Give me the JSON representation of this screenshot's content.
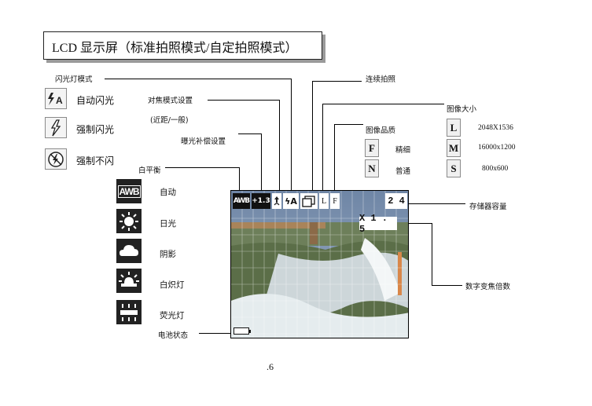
{
  "title": "LCD 显示屏（标准拍照模式/自定拍照模式）",
  "labels": {
    "flash_mode": "闪光灯模式",
    "focus_mode": "对焦模式设置",
    "focus_mode_sub": "(近距/一般)",
    "exposure": "曝光补偿设置",
    "white_balance": "白平衡",
    "continuous": "连续拍照",
    "image_size": "图像大小",
    "image_quality": "图像品质",
    "storage": "存储器容量",
    "zoom": "数字变焦倍数",
    "battery": "电池状态"
  },
  "flash_items": [
    {
      "label": "自动闪光",
      "icon": "flash-auto-icon"
    },
    {
      "label": "强制闪光",
      "icon": "flash-forced-icon"
    },
    {
      "label": "强制不闪",
      "icon": "flash-off-icon"
    }
  ],
  "wb_items": [
    {
      "label": "自动",
      "icon": "awb-icon"
    },
    {
      "label": "日光",
      "icon": "sun-icon"
    },
    {
      "label": "阴影",
      "icon": "cloud-icon"
    },
    {
      "label": "白炽灯",
      "icon": "incandescent-icon"
    },
    {
      "label": "荧光灯",
      "icon": "fluorescent-icon"
    }
  ],
  "quality_items": [
    {
      "icon_letter": "F",
      "label": "精细"
    },
    {
      "icon_letter": "N",
      "label": "普通"
    }
  ],
  "size_items": [
    {
      "icon_letter": "L",
      "label": "2048X1536"
    },
    {
      "icon_letter": "M",
      "label": "16000x1200"
    },
    {
      "icon_letter": "S",
      "label": "800x600"
    }
  ],
  "lcd": {
    "awb": "AWB",
    "ev": "+1.3",
    "flash": "ϟA",
    "size": "L",
    "quality": "F",
    "count": "2 4",
    "zoom": "X 1 . 5"
  },
  "page_number": ".6"
}
